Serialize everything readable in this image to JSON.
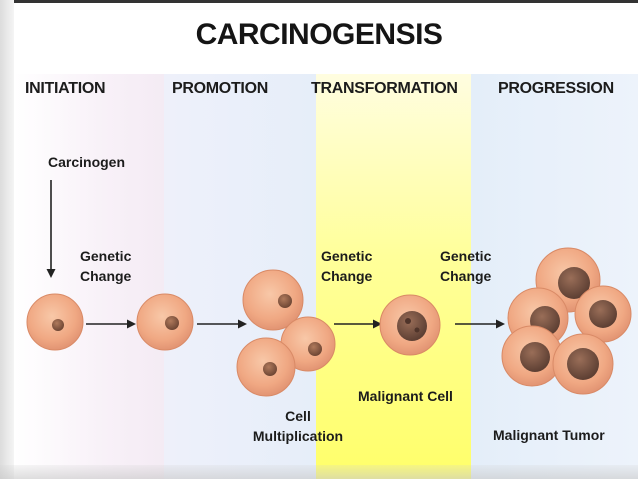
{
  "title": "CARCINOGENSIS",
  "stages": [
    "INITIATION",
    "PROMOTION",
    "TRANSFORMATION",
    "PROGRESSION"
  ],
  "labels": {
    "carcinogen": "Carcinogen",
    "genetic_change_1": [
      "Genetic",
      "Change"
    ],
    "genetic_change_2": [
      "Genetic",
      "Change"
    ],
    "genetic_change_3": [
      "Genetic",
      "Change"
    ],
    "cell_multiplication": [
      "Cell",
      "Multiplication"
    ],
    "malignant_cell": "Malignant Cell",
    "malignant_tumor": "Malignant Tumor"
  },
  "colors": {
    "cell_fill": "#f0a883",
    "cell_edge": "#d98a66",
    "nucleus": "#8a5a44",
    "malignant_nucleus": "#6e4a3c",
    "transformation_band": "#ffff8a",
    "arrow": "#222222"
  }
}
